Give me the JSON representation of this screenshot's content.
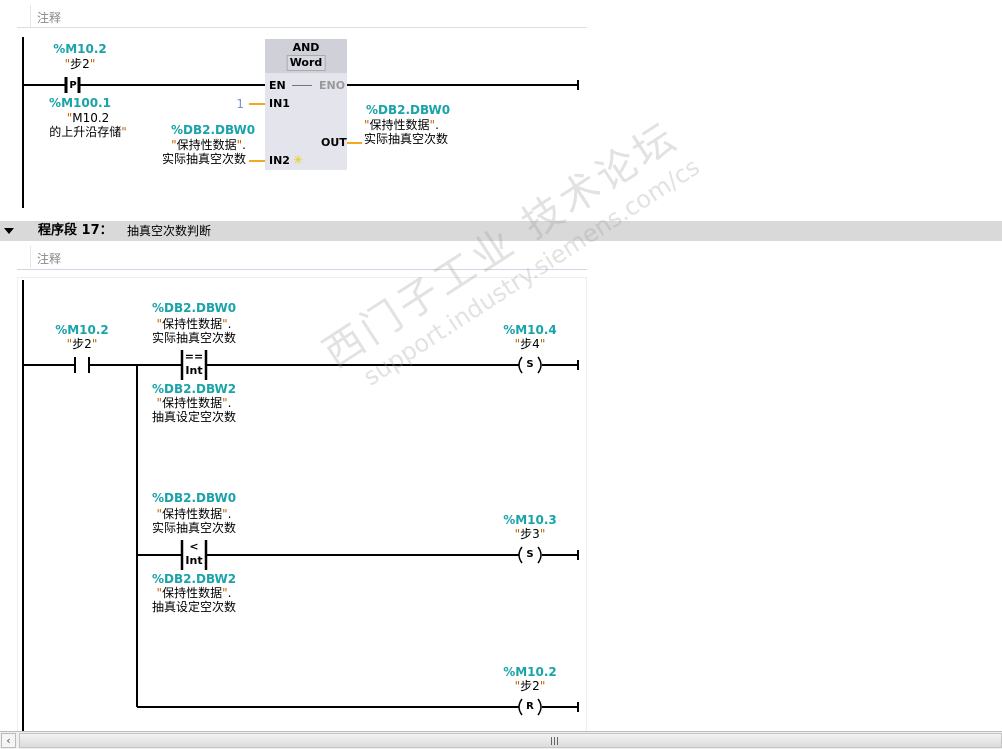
{
  "network16": {
    "comment_placeholder": "注释",
    "contact": {
      "type": "P",
      "address": "%M10.2",
      "symbol": "步2",
      "edge_address": "%M100.1",
      "edge_symbol_line1": "M10.2",
      "edge_symbol_line2": "的上升沿存储"
    },
    "box": {
      "title": "AND",
      "type": "Word",
      "en": "EN",
      "eno": "ENO",
      "in1": "IN1",
      "in2": "IN2",
      "out": "OUT",
      "in1_value": "1",
      "in2_address": "%DB2.DBW0",
      "in2_symbol1": "保持性数据",
      "in2_symbol2": "实际抽真空次数",
      "out_address": "%DB2.DBW0",
      "out_symbol1": "保持性数据",
      "out_symbol2": "实际抽真空次数"
    }
  },
  "network17": {
    "label": "程序段 17：",
    "title": "抽真空次数判断",
    "comment_placeholder": "注释",
    "contact": {
      "address": "%M10.2",
      "symbol": "步2"
    },
    "rungs": [
      {
        "cmp_op": "==",
        "cmp_type": "Int",
        "a_address": "%DB2.DBW0",
        "a_sym1": "保持性数据",
        "a_sym2": "实际抽真空次数",
        "b_address": "%DB2.DBW2",
        "b_sym1": "保持性数据",
        "b_sym2": "抽真设定空次数",
        "coil": "S",
        "coil_address": "%M10.4",
        "coil_symbol": "步4"
      },
      {
        "cmp_op": "<",
        "cmp_type": "Int",
        "a_address": "%DB2.DBW0",
        "a_sym1": "保持性数据",
        "a_sym2": "实际抽真空次数",
        "b_address": "%DB2.DBW2",
        "b_sym1": "保持性数据",
        "b_sym2": "抽真设定空次数",
        "coil": "S",
        "coil_address": "%M10.3",
        "coil_symbol": "步3"
      },
      {
        "coil": "R",
        "coil_address": "%M10.2",
        "coil_symbol": "步2"
      }
    ]
  },
  "watermark": {
    "line1": "西门子工业 技术论坛",
    "line2": "support.industry.siemens.com/cs"
  },
  "quote": "\""
}
